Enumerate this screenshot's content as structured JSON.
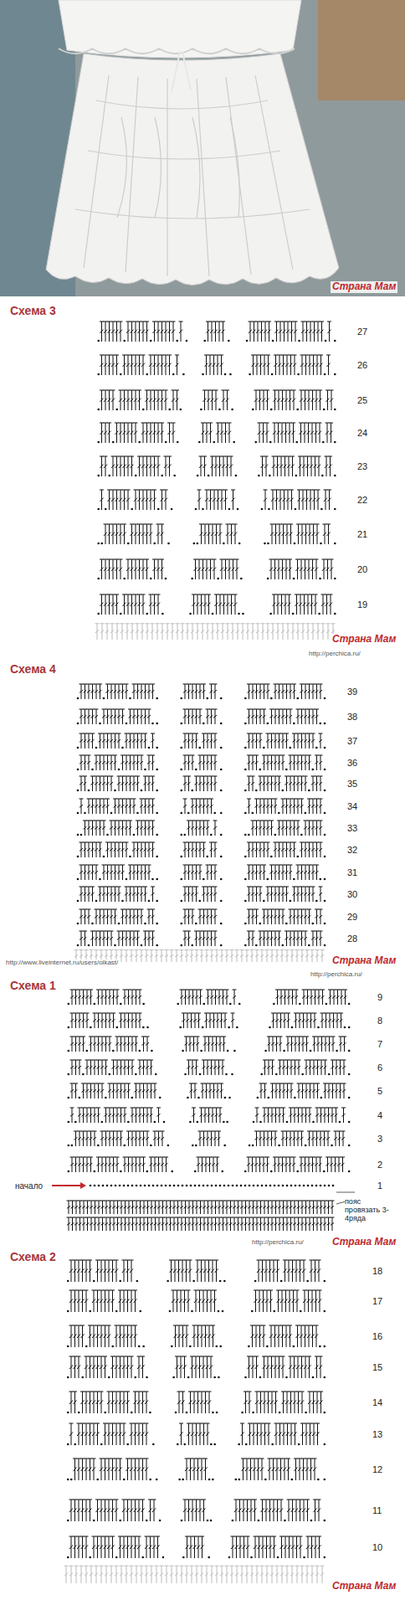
{
  "diagram": {
    "labels": [
      "Страна Мам",
      "Схема 3",
      "27",
      "26",
      "25",
      "24",
      "23",
      "22",
      "21",
      "20",
      "19",
      "Страна Мам",
      "http://perchica.ru/",
      "Схема 4",
      "39",
      "38",
      "37",
      "36",
      "35",
      "34",
      "33",
      "32",
      "31",
      "30",
      "29",
      "28",
      "http://www.liveinternet.ru/users/olkast/",
      "Страна Мам",
      "http://perchica.ru/",
      "Схема 1",
      "9",
      "8",
      "7",
      "6",
      "5",
      "4",
      "3",
      "2",
      "1",
      "начало",
      "пояс провязать 3-4ряда",
      "http://perchica.ru/",
      "Страна Мам",
      "Схема 2",
      "18",
      "17",
      "16",
      "15",
      "14",
      "13",
      "12",
      "11",
      "10",
      "Страна Мам"
    ]
  }
}
